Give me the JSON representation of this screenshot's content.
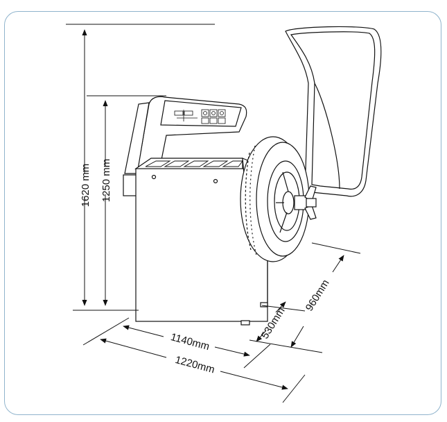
{
  "dimensions": {
    "total_height": "1620 mm",
    "body_height": "1250 mm",
    "body_width": "1140mm",
    "total_width": "1220mm",
    "body_depth": "530mm",
    "total_depth": "960mm"
  },
  "colors": {
    "frame_border": "#8fb3cc",
    "line": "#111111",
    "fill": "#ffffff"
  }
}
